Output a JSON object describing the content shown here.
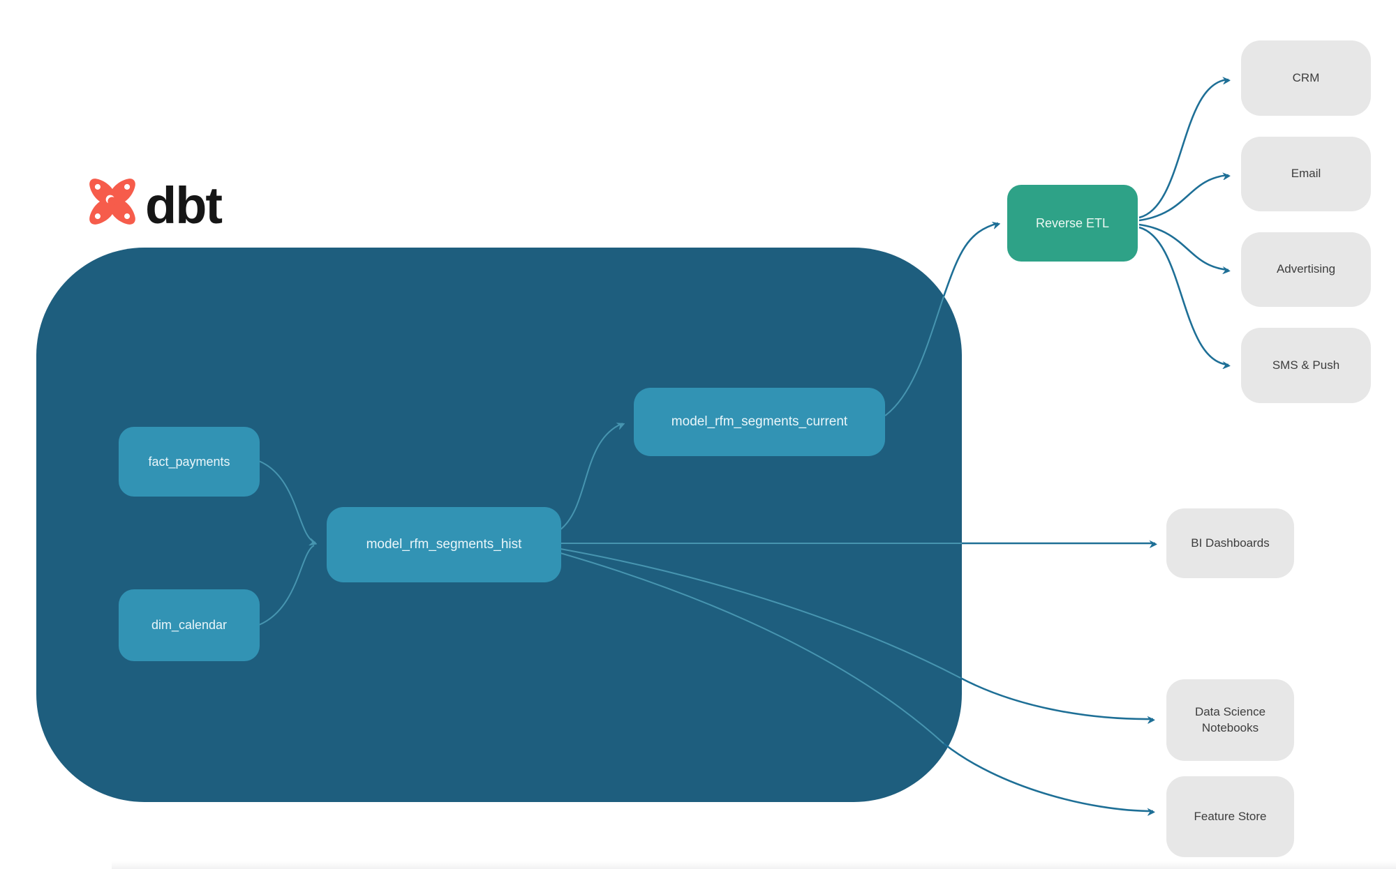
{
  "logo": {
    "text": "dbt"
  },
  "warehouse": {
    "models": [
      {
        "id": "fact-payments",
        "label": "fact_payments"
      },
      {
        "id": "dim-calendar",
        "label": "dim_calendar"
      },
      {
        "id": "model-rfm-segments-hist",
        "label": "model_rfm_segments_hist"
      },
      {
        "id": "model-rfm-segments-current",
        "label": "model_rfm_segments_current"
      }
    ]
  },
  "reverse_etl": {
    "label": "Reverse ETL"
  },
  "destinations": [
    {
      "label": "CRM"
    },
    {
      "label": "Email"
    },
    {
      "label": "Advertising"
    },
    {
      "label": "SMS & Push"
    }
  ],
  "outputs": [
    {
      "label": "BI Dashboards"
    },
    {
      "label": "Data Science Notebooks"
    },
    {
      "label": "Feature Store"
    }
  ],
  "edges": [
    "fact_payments -> model_rfm_segments_hist",
    "dim_calendar -> model_rfm_segments_hist",
    "model_rfm_segments_hist -> model_rfm_segments_current",
    "model_rfm_segments_current -> Reverse ETL",
    "Reverse ETL -> CRM",
    "Reverse ETL -> Email",
    "Reverse ETL -> Advertising",
    "Reverse ETL -> SMS & Push",
    "model_rfm_segments_hist -> BI Dashboards",
    "model_rfm_segments_hist -> Data Science Notebooks",
    "model_rfm_segments_hist -> Feature Store"
  ],
  "colors": {
    "warehouse_container": "#1E5E7E",
    "model_box": "#3293B4",
    "reverse_etl_box": "#2EA287",
    "destination_box": "#E7E7E7",
    "arrow_outer": "#1E6F96",
    "arrow_inner": "#4795B0",
    "logo_orange": "#F65C4B",
    "dest_text": "#3D3D3D"
  }
}
